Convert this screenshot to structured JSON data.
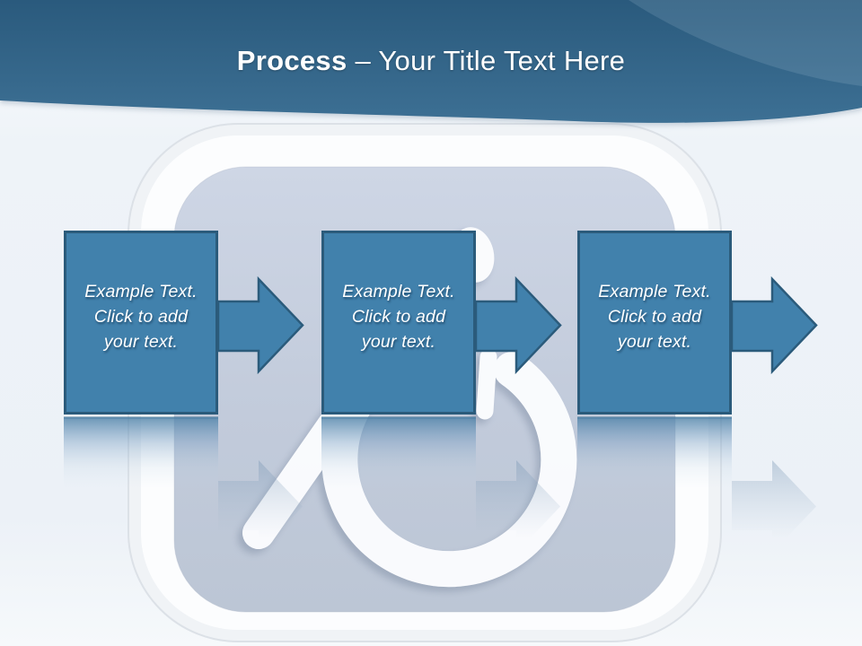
{
  "slide": {
    "title": {
      "bold": "Process",
      "rest": "– Your Title Text Here"
    },
    "steps": [
      {
        "lines": [
          "Example Text.",
          "Click to add",
          "your text."
        ]
      },
      {
        "lines": [
          "Example Text.",
          "Click to add",
          "your text."
        ]
      },
      {
        "lines": [
          "Example Text.",
          "Click to add",
          "your text."
        ]
      }
    ],
    "watermark_icon": "stopwatch-icon",
    "colors": {
      "header_top": "#2a5a7d",
      "header_bottom": "#3d7094",
      "box_fill": "#4181ac",
      "box_border": "#2b5b7b",
      "panel": "#c6cfdf",
      "page_background": "#f2f6fa",
      "text": "#ffffff"
    }
  }
}
